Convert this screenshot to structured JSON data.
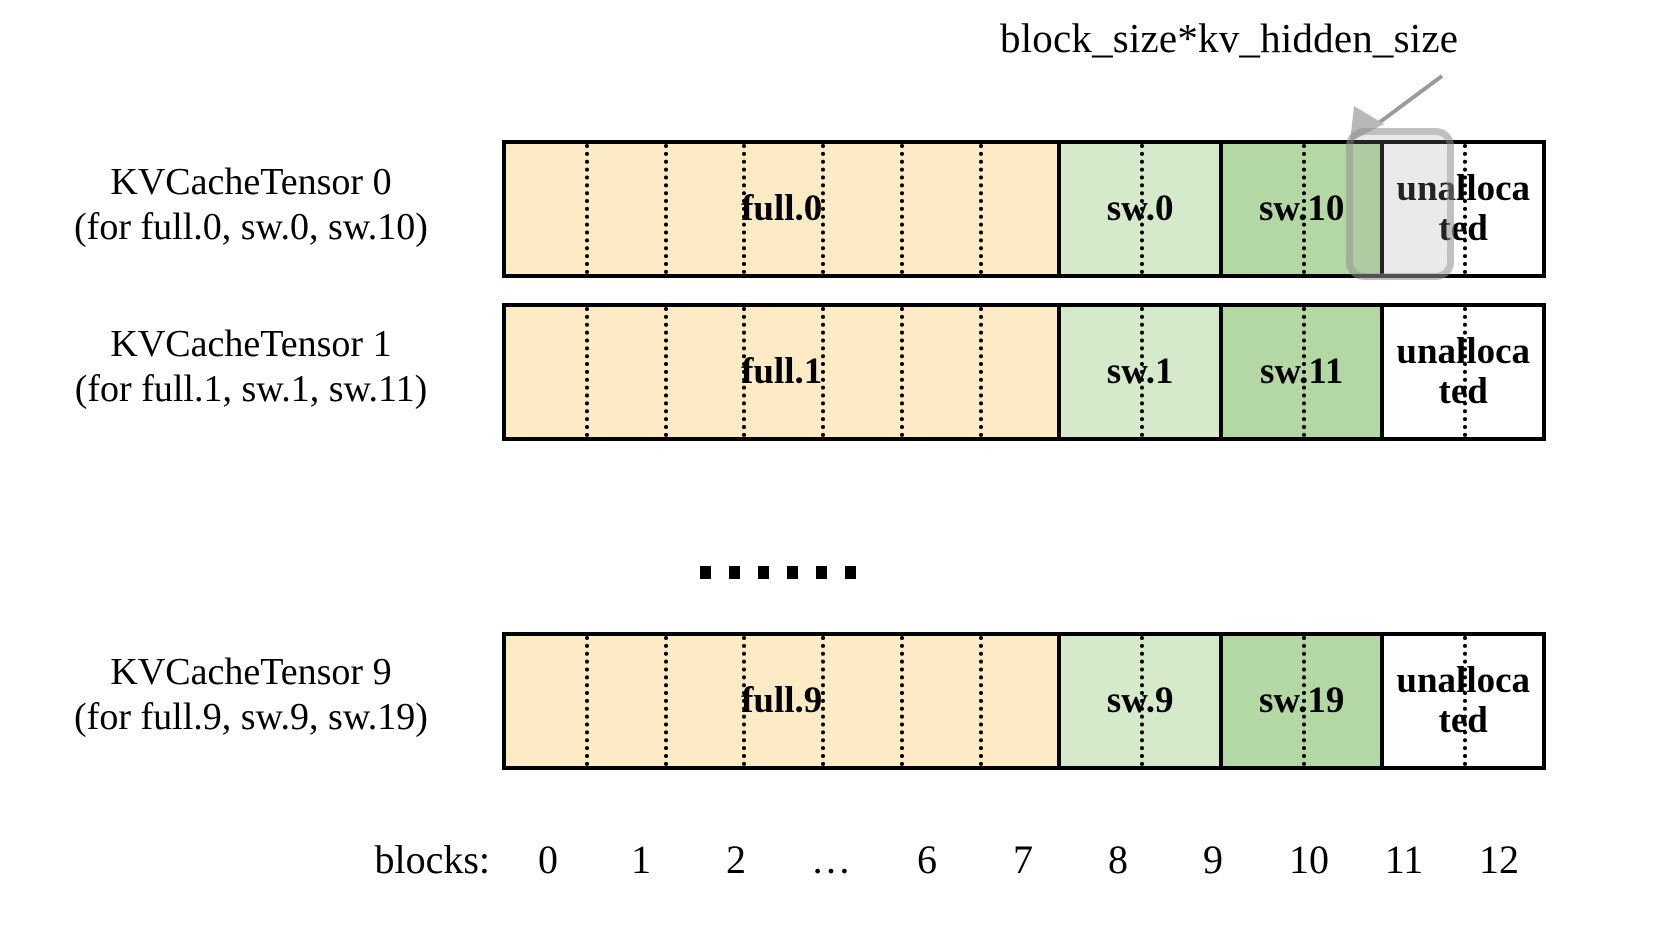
{
  "callout": {
    "label": "block_size*kv_hidden_size",
    "arrow_icon": "arrow-up-right-icon"
  },
  "highlight": {
    "name": "block-11-highlight",
    "color": "#8C8C8C"
  },
  "colors": {
    "full": "#FCEBC4",
    "sw": "#D5E9CB",
    "sw2": "#B4D8A3",
    "unallocated": "#FFFFFF",
    "outline": "#000000"
  },
  "rows": [
    {
      "label_line1": "KVCacheTensor 0",
      "label_line2": "(for full.0, sw.0, sw.10)",
      "segments": [
        {
          "text": "full.0",
          "kind": "full",
          "blocks": 7
        },
        {
          "text": "sw.0",
          "kind": "sw",
          "blocks": 2
        },
        {
          "text": "sw.10",
          "kind": "sw2",
          "blocks": 2
        },
        {
          "text": "unalloca ted",
          "kind": "unalloc",
          "blocks": 2
        }
      ]
    },
    {
      "label_line1": "KVCacheTensor 1",
      "label_line2": "(for full.1, sw.1, sw.11)",
      "segments": [
        {
          "text": "full.1",
          "kind": "full",
          "blocks": 7
        },
        {
          "text": "sw.1",
          "kind": "sw",
          "blocks": 2
        },
        {
          "text": "sw.11",
          "kind": "sw2",
          "blocks": 2
        },
        {
          "text": "unalloca ted",
          "kind": "unalloc",
          "blocks": 2
        }
      ]
    },
    {
      "label_line1": "KVCacheTensor 9",
      "label_line2": "(for full.9, sw.9, sw.19)",
      "segments": [
        {
          "text": "full.9",
          "kind": "full",
          "blocks": 7
        },
        {
          "text": "sw.9",
          "kind": "sw",
          "blocks": 2
        },
        {
          "text": "sw.19",
          "kind": "sw2",
          "blocks": 2
        },
        {
          "text": "unalloca ted",
          "kind": "unalloc",
          "blocks": 2
        }
      ]
    }
  ],
  "vertical_ellipsis": "……",
  "axis": {
    "title": "blocks:",
    "ticks": [
      "0",
      "1",
      "2",
      "…",
      "6",
      "7",
      "8",
      "9",
      "10",
      "11",
      "12"
    ]
  }
}
